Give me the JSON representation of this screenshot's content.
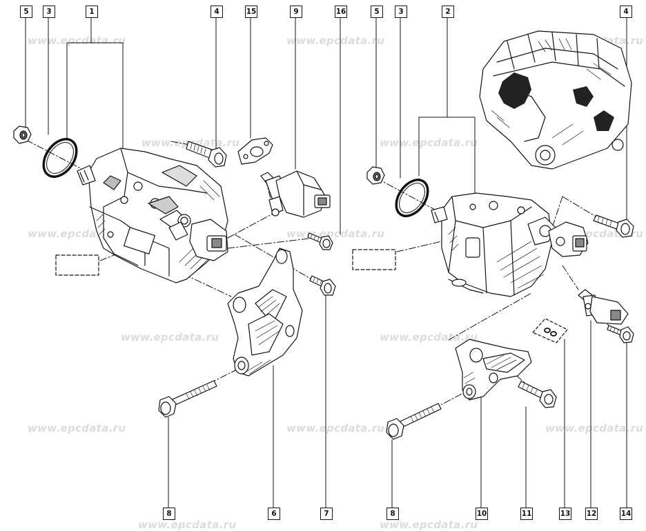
{
  "watermark": "www.epcdata.ru",
  "callouts": {
    "top": [
      "5",
      "3",
      "1",
      "4",
      "15",
      "9",
      "16",
      "5",
      "3",
      "2",
      "4"
    ],
    "bottom": [
      "8",
      "6",
      "7",
      "8",
      "10",
      "11",
      "13",
      "12",
      "14"
    ]
  },
  "parts": {
    "seal_nut": "5",
    "o_ring": "3",
    "pump_left": "1",
    "pump_right": "2",
    "bolt_short": "4",
    "gasket": "15",
    "pressure_regulator": "9",
    "screw_regulator": "16",
    "bolt_long": "8",
    "bracket_left": "6",
    "bolt_bracket": "7",
    "bracket_right": "10",
    "bolt_bracket_right": "11",
    "seal_kit": "13",
    "pressure_sensor": "12",
    "screw_sensor": "14"
  }
}
